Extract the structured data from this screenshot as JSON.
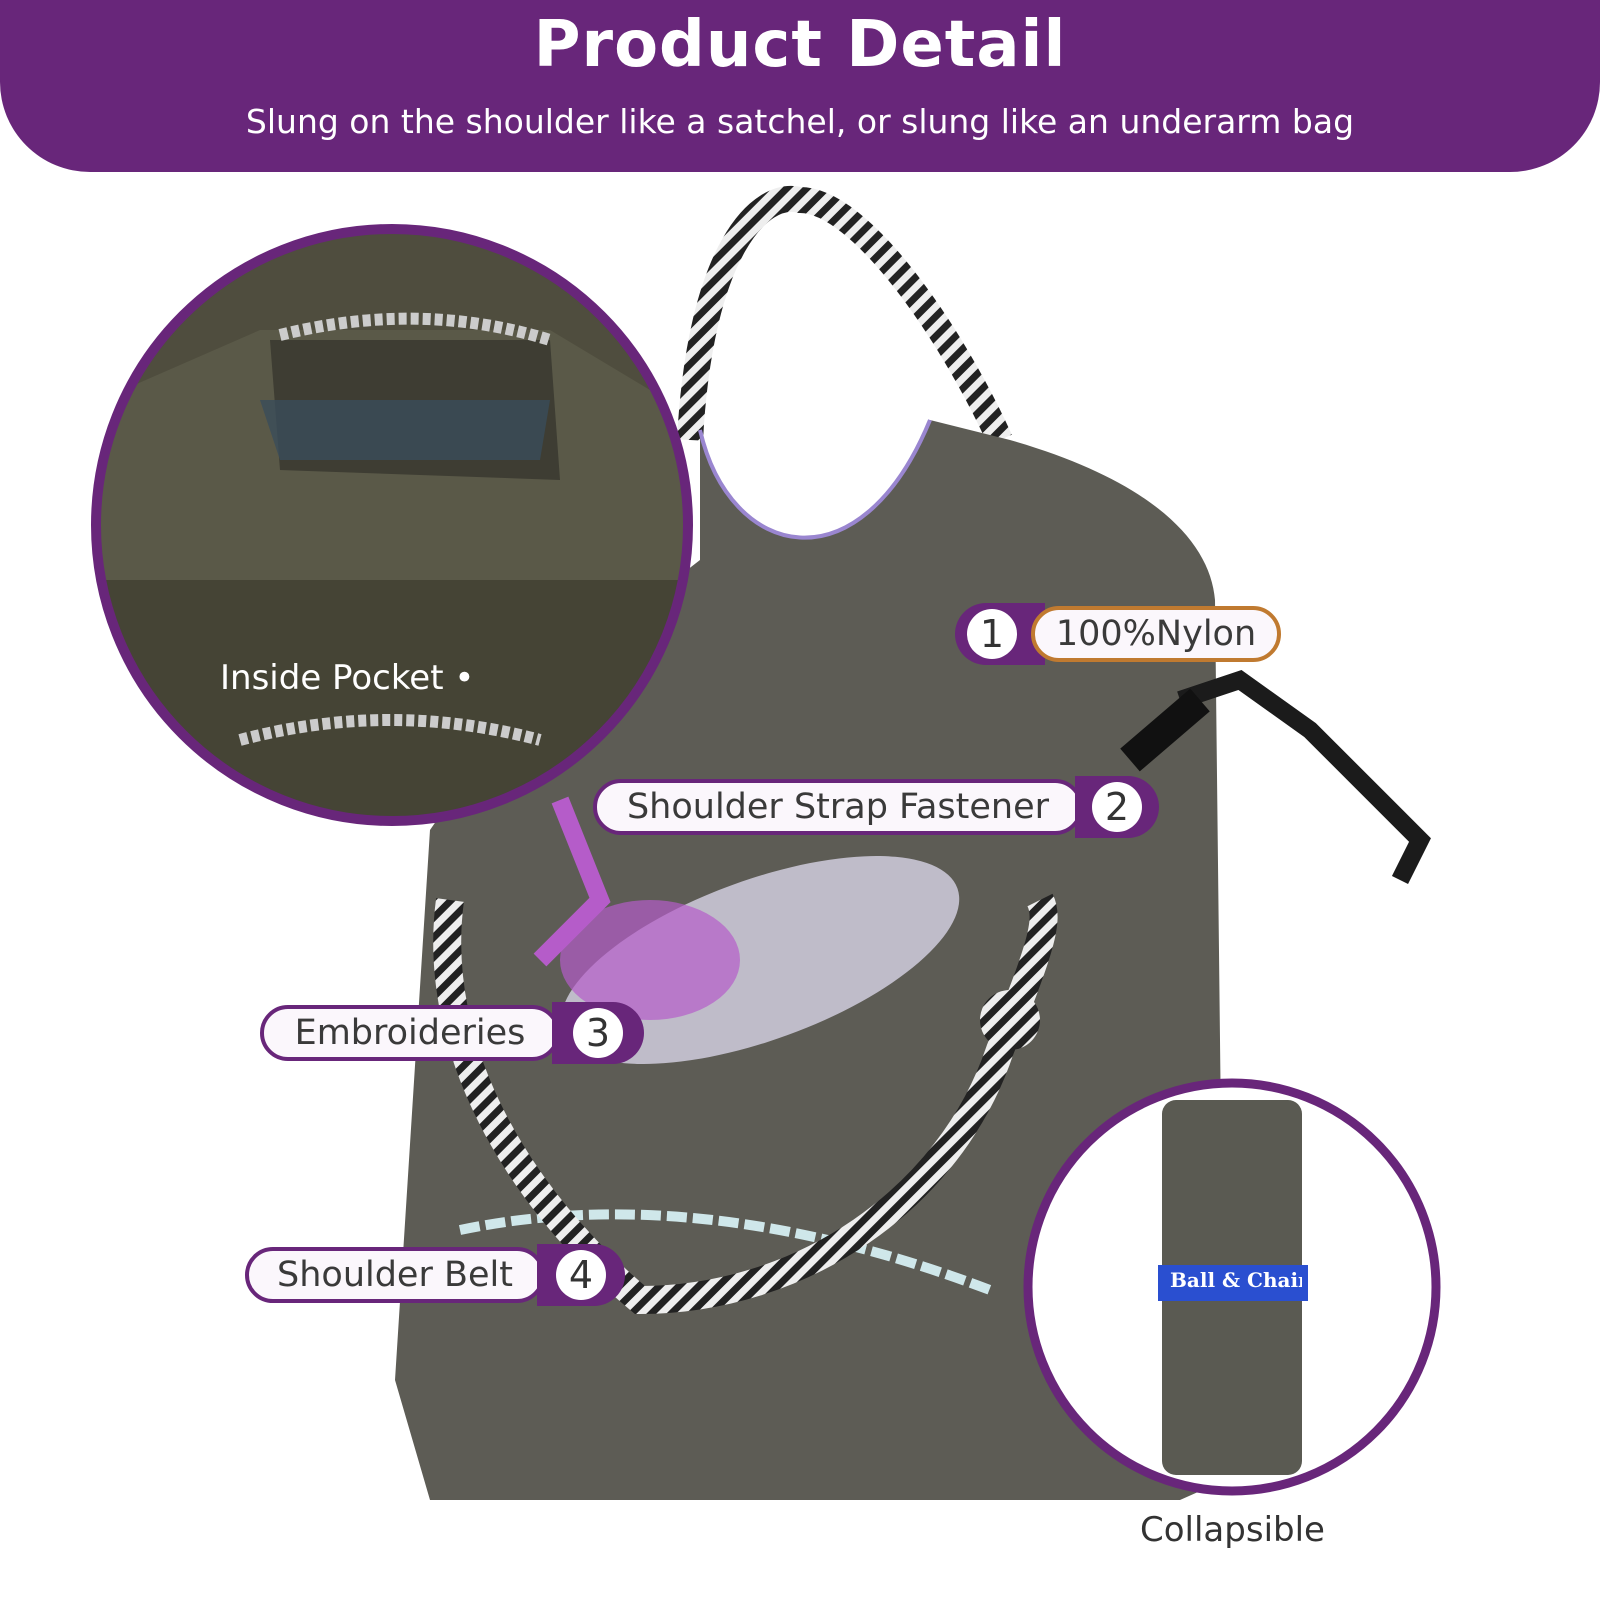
{
  "header": {
    "title": "Product Detail",
    "subtitle": "Slung on the shoulder like a satchel, or slung like an underarm bag"
  },
  "callouts": [
    {
      "number": "1",
      "label": "100%Nylon"
    },
    {
      "number": "2",
      "label": "Shoulder Strap Fastener"
    },
    {
      "number": "3",
      "label": "Embroideries"
    },
    {
      "number": "4",
      "label": "Shoulder Belt"
    }
  ],
  "insets": {
    "inside_label": "Inside Pocket •",
    "collapsible_label": "Collapsible",
    "brand_band": "Ball & Chain"
  },
  "colors": {
    "brand_purple": "#68267a",
    "bag_grey": "#5d5c55",
    "nylon_border": "#c07a30",
    "band_blue": "#2a4fd0"
  }
}
